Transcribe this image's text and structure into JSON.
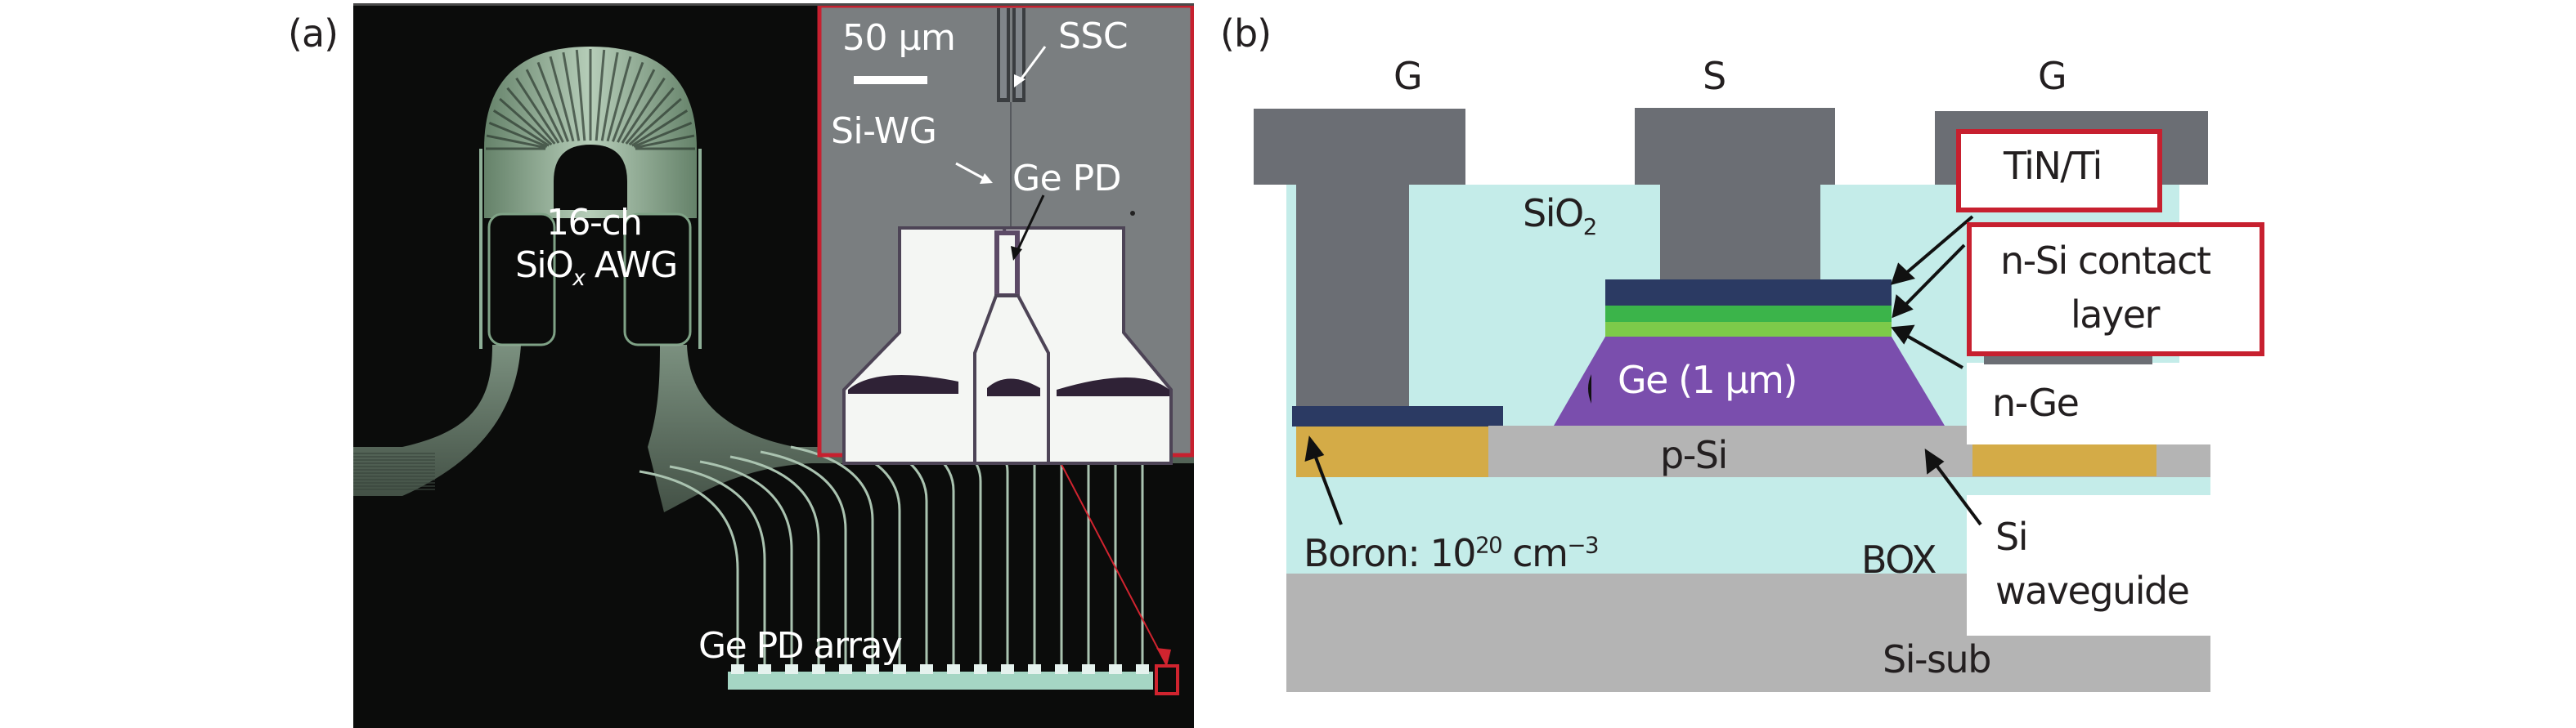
{
  "panel_a": {
    "label": "(a)",
    "awg_label_line1": "16-ch",
    "awg_label_line2_main": "SiO",
    "awg_label_line2_sub": "x",
    "awg_label_line2_rest": " AWG",
    "array_label": "Ge PD array",
    "inset": {
      "scale_bar_label": "50 µm",
      "ssc_label": "SSC",
      "si_wg_label": "Si-WG",
      "ge_pd_label": "Ge PD"
    },
    "photodetector_count": 16,
    "colors": {
      "background": "#0b0c0b",
      "inset_border": "#c7202f",
      "inset_background": "#7a7e80",
      "waveguide": "#b7d4c0"
    }
  },
  "panel_b": {
    "label": "(b)",
    "electrode_labels": [
      "G",
      "S",
      "G"
    ],
    "sio2_main": "SiO",
    "sio2_sub": "2",
    "ge_label": "Ge (1 µm)",
    "psi_label": "p-Si",
    "box_label": "BOX",
    "sisub_label": "Si-sub",
    "boron_main": "Boron: 10",
    "boron_exp": "20",
    "boron_unit": " cm",
    "boron_unit_exp": "−3",
    "callouts": {
      "tin_ti": "TiN/Ti",
      "nsi_line1": "n-Si contact",
      "nsi_line2": "layer",
      "nge": "n-Ge",
      "si_wg_line1": "Si",
      "si_wg_line2": "waveguide"
    },
    "colors": {
      "metal": "#6b6e74",
      "oxide": "#c4ece9",
      "tin": "#2b3a63",
      "nsi_dark": "#3bb44a",
      "nsi_light": "#7dca4a",
      "ge": "#7a4ead",
      "silicon": "#b4b4b4",
      "boron": "#d4ab47",
      "callout_border": "#c7202f"
    }
  }
}
